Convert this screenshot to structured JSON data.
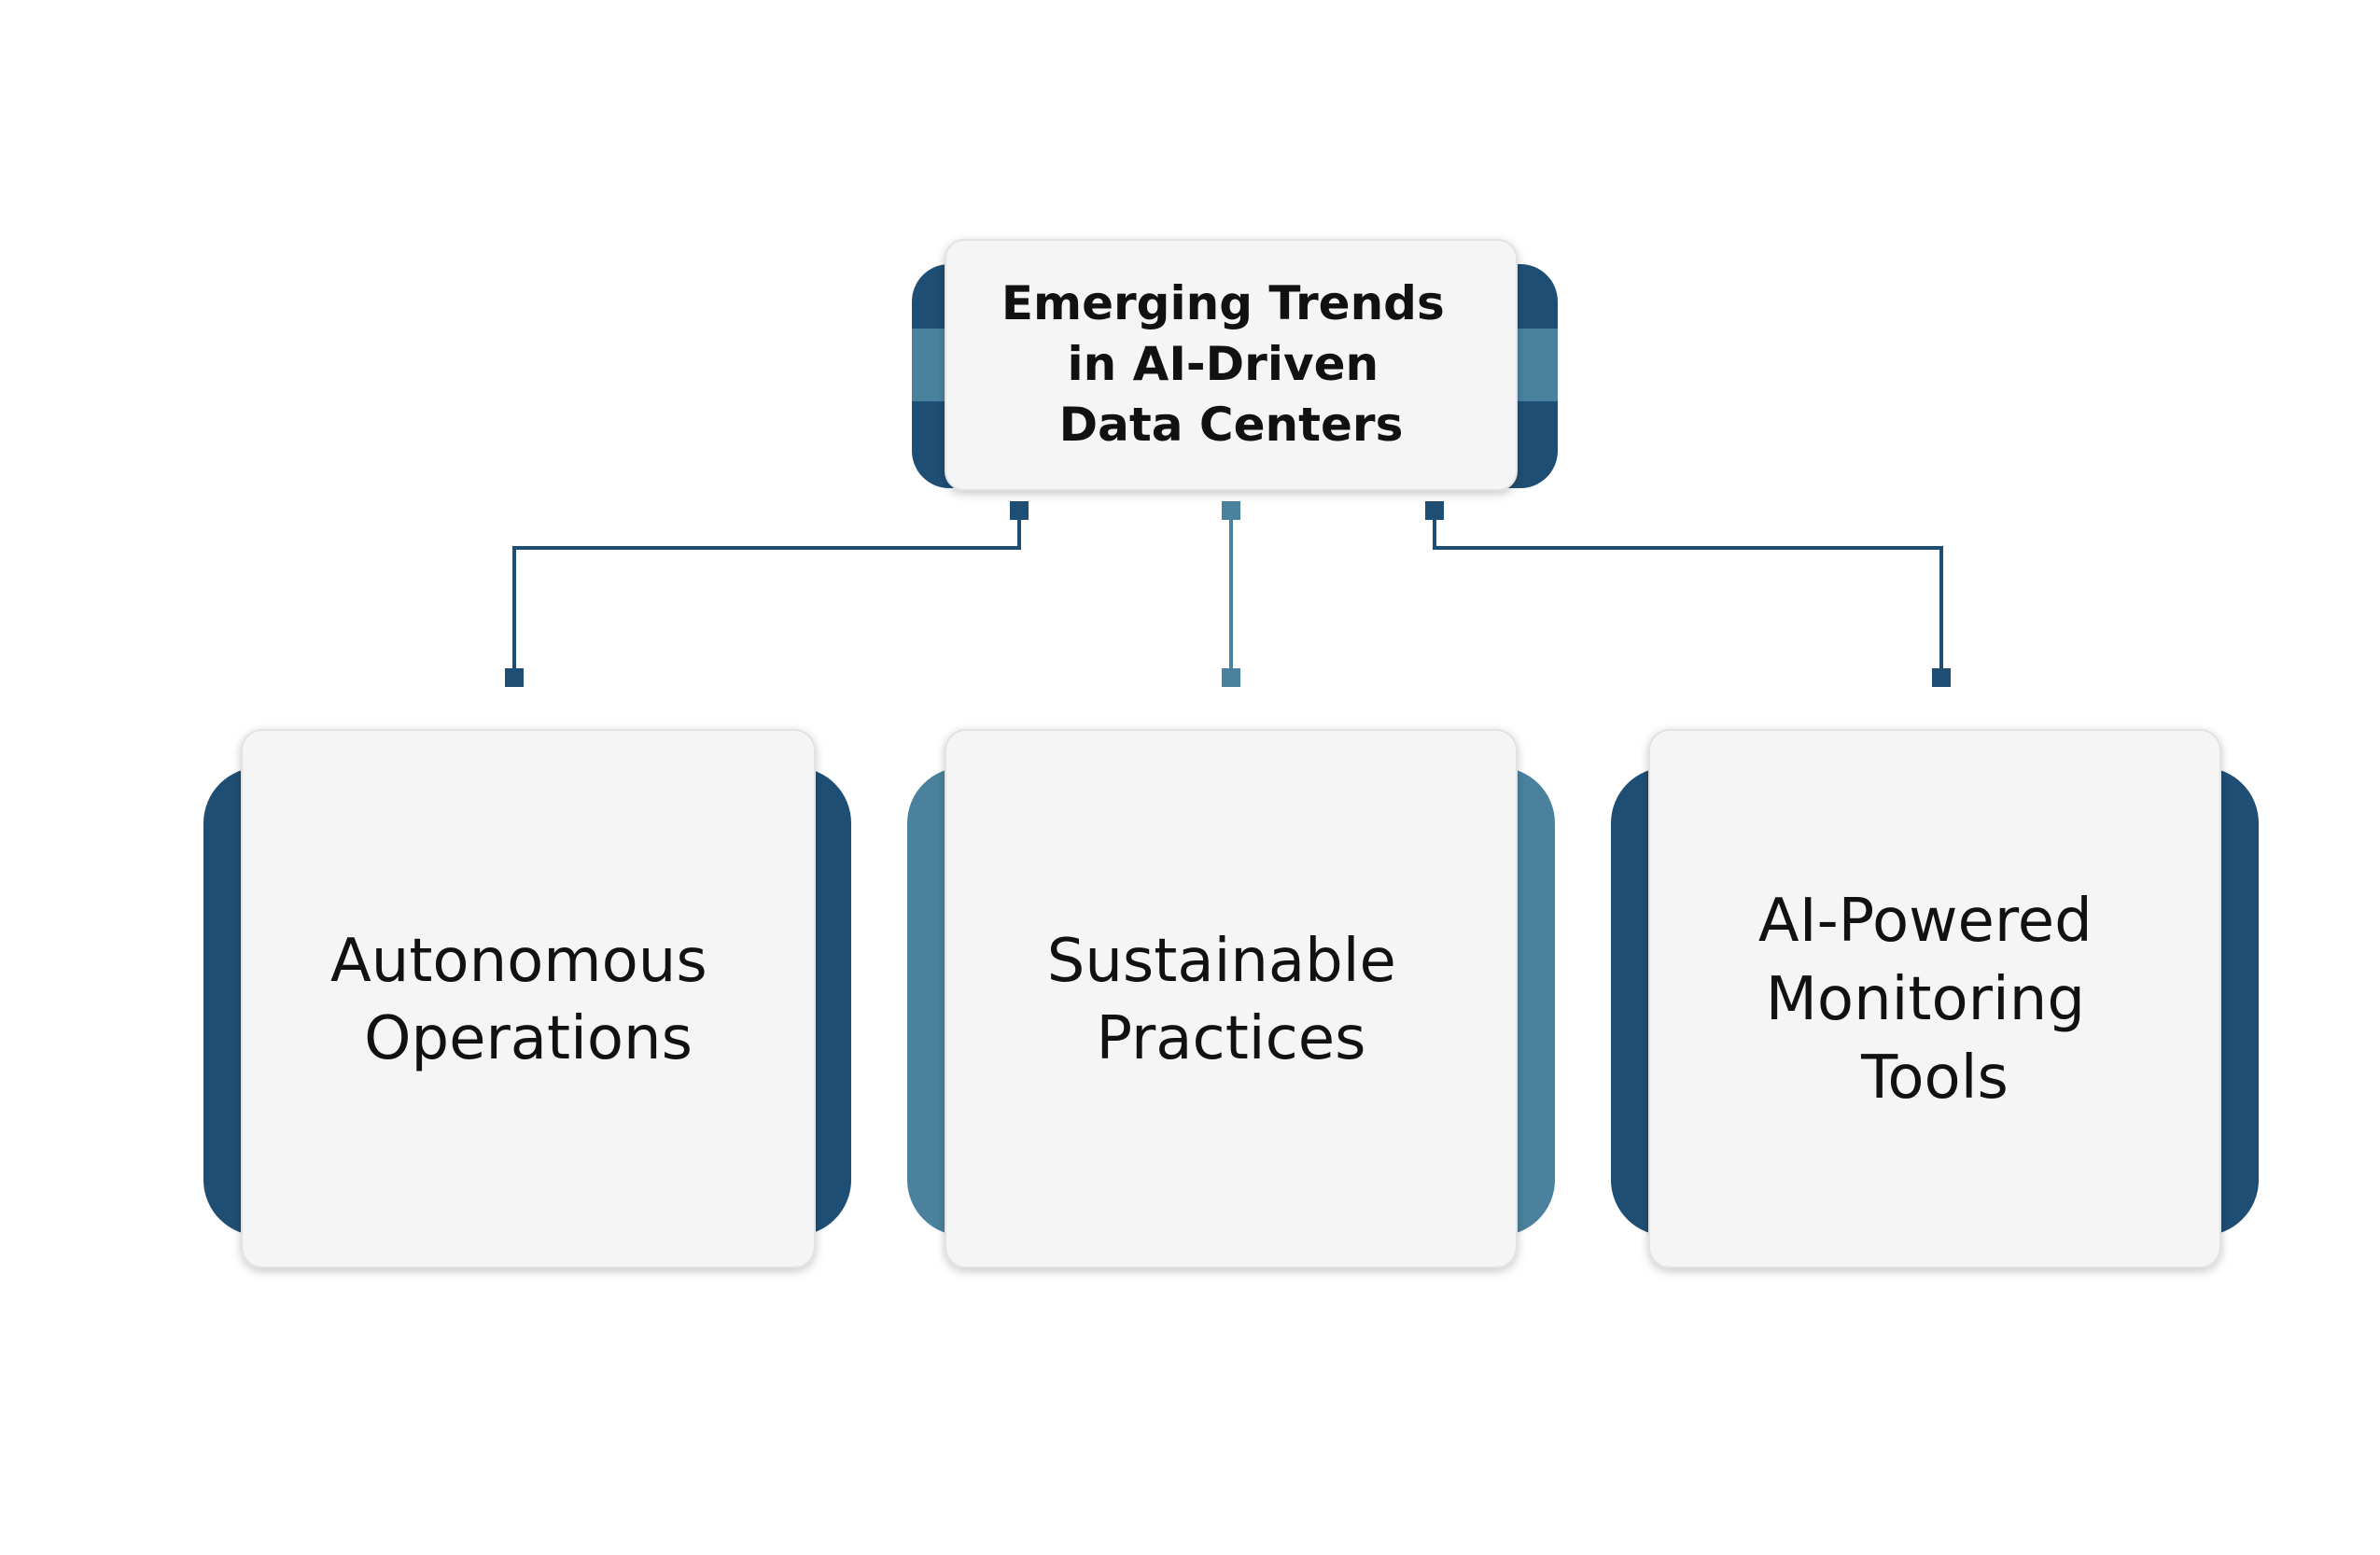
{
  "root": {
    "lines": [
      "Emerging Trends",
      "in AI-Driven",
      "Data Centers"
    ]
  },
  "children": [
    {
      "lines": [
        "Autonomous",
        "Operations"
      ],
      "accent": "#1f4e74"
    },
    {
      "lines": [
        "Sustainable",
        "Practices"
      ],
      "accent": "#4a829e"
    },
    {
      "lines": [
        "AI-Powered",
        "Monitoring",
        "Tools"
      ],
      "accent": "#1f4e74"
    }
  ],
  "colors": {
    "dark_blue": "#1f4e74",
    "light_blue": "#4a829e",
    "card_fill": "#f5f5f5",
    "connector": "#1f4e74",
    "text": "#111111"
  }
}
